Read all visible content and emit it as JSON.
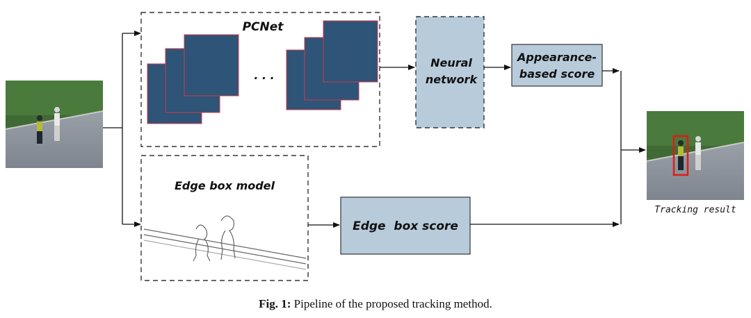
{
  "pcnet": {
    "title": "PCNet",
    "ellipsis": ". . ."
  },
  "neural_network": {
    "line1": "Neural",
    "line2": "network"
  },
  "appearance_score": {
    "line1": "Appearance-",
    "line2": "based score"
  },
  "edge_model": {
    "title": "Edge box model"
  },
  "edge_score": {
    "label": "Edge  box score"
  },
  "output": {
    "label": "Tracking result"
  },
  "caption": {
    "prefix": "Fig. 1:",
    "text": " Pipeline of the proposed tracking method."
  },
  "colors": {
    "feature_map": "#2e5478",
    "feature_border": "#d23a4a",
    "box_fill": "#b8cbdb",
    "box_border": "#333333",
    "grass": "#3f6a34",
    "road": "#8a8f98",
    "track_box": "#e01a1a"
  }
}
